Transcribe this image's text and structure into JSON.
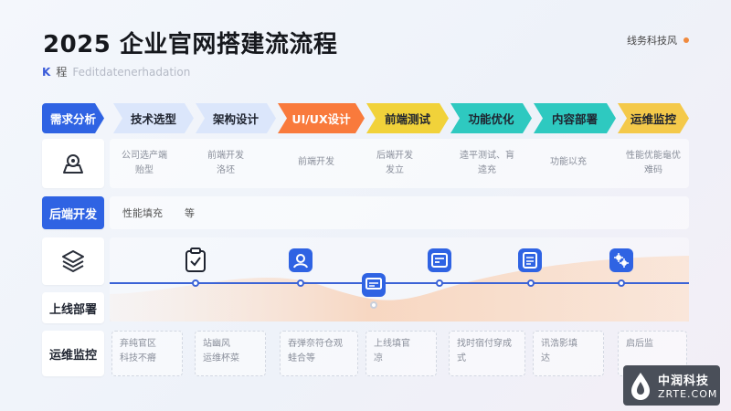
{
  "title": "2025 企业官网搭建流流程",
  "brand": "线务科技风",
  "subtitle": {
    "prefix": "程",
    "latin": "Feditdatenerhadation"
  },
  "steps": [
    {
      "label": "需求分析",
      "color": "#2f63e3",
      "text_color": "#ffffff"
    },
    {
      "label": "技术选型",
      "color": "#dbe6fb",
      "text_color": "#1f2430"
    },
    {
      "label": "架构设计",
      "color": "#dbe6fb",
      "text_color": "#1f2430"
    },
    {
      "label": "UI/UX设计",
      "color": "#f97a3c",
      "text_color": "#ffffff"
    },
    {
      "label": "前端测试",
      "color": "#f1d23a",
      "text_color": "#1f2430"
    },
    {
      "label": "功能优化",
      "color": "#2ec9c0",
      "text_color": "#1f2430"
    },
    {
      "label": "内容部署",
      "color": "#2ec9c0",
      "text_color": "#1f2430"
    },
    {
      "label": "运维监控",
      "color": "#f4c94a",
      "text_color": "#1f2430"
    }
  ],
  "row1": [
    "公司选产端\n贻型",
    "前端开发\n洛坯",
    "前端开发",
    "后端开发\n发立",
    "逵平测试、肓\n逵充",
    "功能以充",
    "性能优能龜优\n难码"
  ],
  "left_labels": {
    "backend": "后端开发",
    "deploy": "上线部署",
    "ops": "运维监控"
  },
  "row2": {
    "text1": "性能填充",
    "text2": "等"
  },
  "row4": [
    "弃纯官区\n科技不瘠",
    "站幽风\n运维杯菜",
    "吞弹奈符仓观\n蛙合等",
    "上线填官\n凉",
    "找时宿付穿成\n式",
    "讯浩影填\n达",
    "启后监\n"
  ],
  "logo": {
    "cn": "中润科技",
    "en": "ZRTE.COM"
  },
  "icons": [
    "user-badge-icon",
    "stack-layers-icon",
    "clipboard-check-icon",
    "person-card-icon",
    "monitor-icon",
    "form-icon",
    "document-icon",
    "gears-icon"
  ]
}
